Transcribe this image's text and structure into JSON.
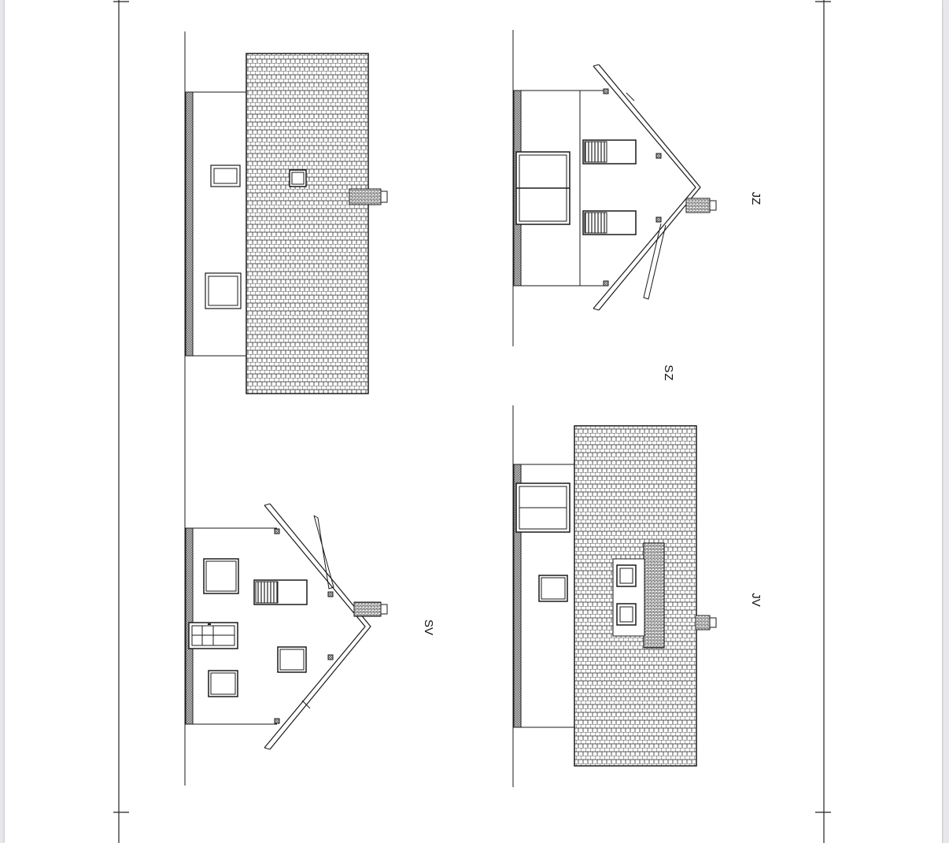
{
  "document": {
    "type": "architectural-elevation-drawing-sheet",
    "elevations": [
      {
        "id": "sz",
        "label": "SZ",
        "kind": "long-side-roof"
      },
      {
        "id": "jz",
        "label": "JZ",
        "kind": "gable"
      },
      {
        "id": "sv",
        "label": "SV",
        "kind": "gable-with-door"
      },
      {
        "id": "jv",
        "label": "JV",
        "kind": "long-side-roof-with-dormer"
      }
    ]
  },
  "style": {
    "page_color": "#ffffff",
    "viewer_color": "#e8e8ec",
    "line_color": "#1a1a1a",
    "hatch_color": "#333333"
  }
}
